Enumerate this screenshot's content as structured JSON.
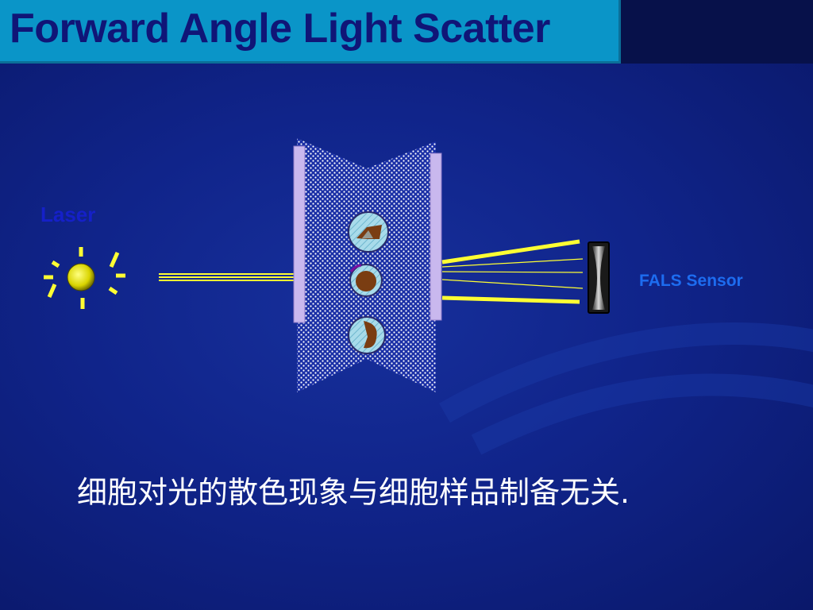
{
  "title": "Forward Angle Light Scatter",
  "labels": {
    "laser": "Laser",
    "sensor": "FALS Sensor"
  },
  "caption": "细胞对光的散色现象与细胞样品制备无关.",
  "colors": {
    "background": "#10248a",
    "title_box": "#0a95c8",
    "title_text": "#101577",
    "beam": "#ffff33",
    "laser_bulb": "#e8e800",
    "flow_plates": "#c9b8ee",
    "cell_fill": "#9ed6e8",
    "nucleus": "#7a3d12",
    "caption_text": "#ffffff"
  },
  "icons": [
    "laser-bulb-icon",
    "flow-cell-icon",
    "cell-icon",
    "sensor-icon"
  ]
}
